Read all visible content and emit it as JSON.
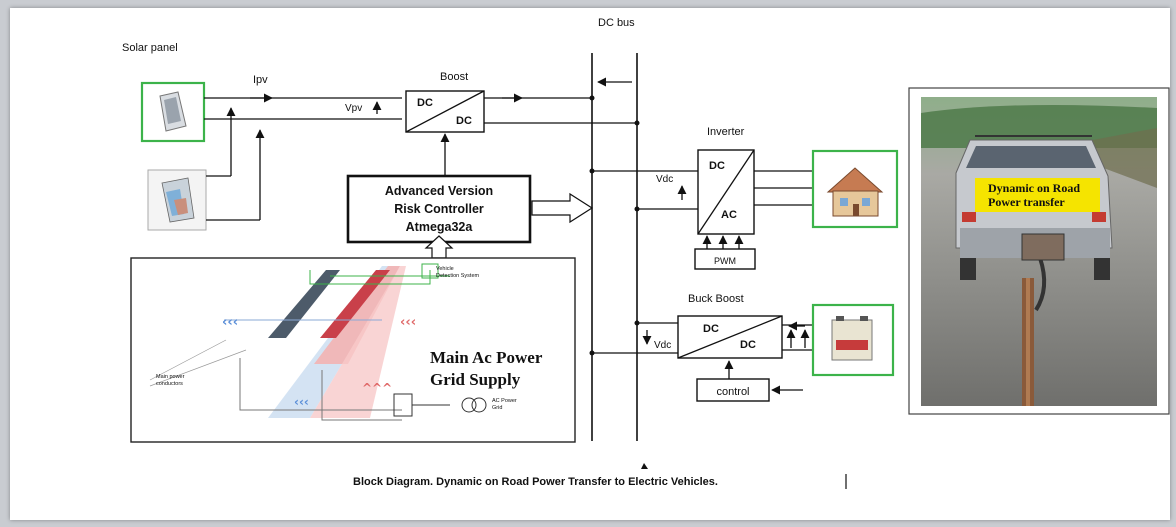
{
  "diagram": {
    "dc_bus_label": "DC  bus",
    "solar_panel_label": "Solar panel",
    "ipv_label": "Ipv",
    "vpv_label": "Vpv",
    "boost_title": "Boost",
    "boost_top": "DC",
    "boost_bottom": "DC",
    "controller_line1": "Advanced Version",
    "controller_line2": "Risk Controller",
    "controller_line3": "Atmega32a",
    "inverter_title": "Inverter",
    "inverter_top": "DC",
    "inverter_bottom": "AC",
    "vdc_label_1": "Vdc",
    "pwm_label": "PWM",
    "buckboost_title": "Buck Boost",
    "buckboost_top": "DC",
    "buckboost_bottom": "DC",
    "vdc_label_2": "Vdc",
    "control_label": "control",
    "grid_line1": "Main Ac Power",
    "grid_line2": "Grid Supply",
    "grid_small_1": "Vehicle",
    "grid_small_2": "Detection System",
    "grid_small_3": "Main power",
    "grid_small_4": "conductors",
    "grid_small_5": "AC Power",
    "grid_small_6": "Grid",
    "photo_caption_1": "Dynamic on Road",
    "photo_caption_2": "Power transfer",
    "caption": "Block Diagram. Dynamic on Road  Power  Transfer  to  Electric Vehicles."
  },
  "colors": {
    "frame_green": "#3cb34a",
    "caption_highlight": "#f5e400"
  }
}
